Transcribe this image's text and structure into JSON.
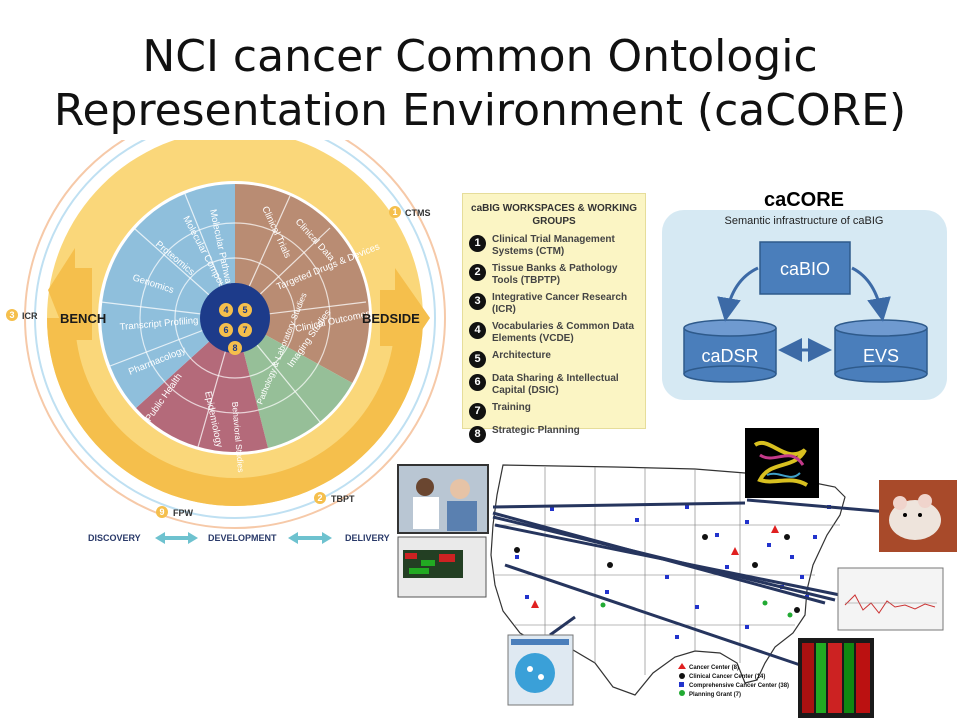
{
  "title": {
    "line1": "NCI cancer Common Ontologic",
    "line2": "Representation Environment (caCORE)"
  },
  "wheel": {
    "bench_label": "BENCH",
    "bedside_label": "BEDSIDE",
    "ctms": {
      "num": "1",
      "label": "CTMS"
    },
    "icr": {
      "num": "3",
      "label": "ICR"
    },
    "tbpt": {
      "num": "2",
      "label": "TBPT"
    },
    "fpw": {
      "num": "9",
      "label": "FPW"
    },
    "discovery": "DISCOVERY",
    "development": "DEVELOPMENT",
    "delivery": "DELIVERY",
    "hub_numbers": [
      "4",
      "5",
      "6",
      "7",
      "8"
    ],
    "sectors": {
      "blue": [
        "Molecular Pathway",
        "Molecular Compounds",
        "Proteomics",
        "Genomics",
        "Transcript Profiling",
        "Pharmacology"
      ],
      "brown": [
        "Clinical Trials",
        "Clinical Data",
        "Targeted Drugs & Devices",
        "Clinical Outcomes"
      ],
      "green": [
        "Imaging Studies",
        "Pathology & Laboratory Studies"
      ],
      "red": [
        "Behavioral Studies",
        "Epidemiology",
        "Public Health"
      ]
    },
    "colors": {
      "outer": "#f7c84b",
      "blue": "#8fbfdc",
      "brown": "#b98c73",
      "green": "#96bf98",
      "red": "#b46a7a",
      "hub": "#1d3b8a"
    }
  },
  "workspaces": {
    "title": "caBIG WORKSPACES & WORKING GROUPS",
    "items": [
      {
        "num": "1",
        "label": "Clinical Trial Management Systems (CTM)"
      },
      {
        "num": "2",
        "label": "Tissue Banks & Pathology Tools (TBPTP)"
      },
      {
        "num": "3",
        "label": "Integrative Cancer Research (ICR)"
      },
      {
        "num": "4",
        "label": "Vocabularies & Common Data Elements (VCDE)"
      },
      {
        "num": "5",
        "label": "Architecture"
      },
      {
        "num": "6",
        "label": "Data Sharing & Intellectual Capital (DSIC)"
      },
      {
        "num": "7",
        "label": "Training"
      },
      {
        "num": "8",
        "label": "Strategic Planning"
      }
    ]
  },
  "cacore": {
    "title": "caCORE",
    "subtitle": "Semantic infrastructure of caBIG",
    "cabio": "caBIO",
    "cadsr": "caDSR",
    "evs": "EVS",
    "colors": {
      "panel": "#d6e9f3",
      "box": "#4a7ebb",
      "border": "#2e5a8b"
    }
  },
  "map": {
    "legend": [
      {
        "label": "Cancer Center (8)",
        "color": "#e02020",
        "shape": "triangle"
      },
      {
        "label": "Clinical Cancer Center (14)",
        "color": "#111111",
        "shape": "circle"
      },
      {
        "label": "Comprehensive Cancer Center (38)",
        "color": "#2233cc",
        "shape": "square"
      },
      {
        "label": "Planning Grant (7)",
        "color": "#22aa33",
        "shape": "circle"
      }
    ]
  }
}
